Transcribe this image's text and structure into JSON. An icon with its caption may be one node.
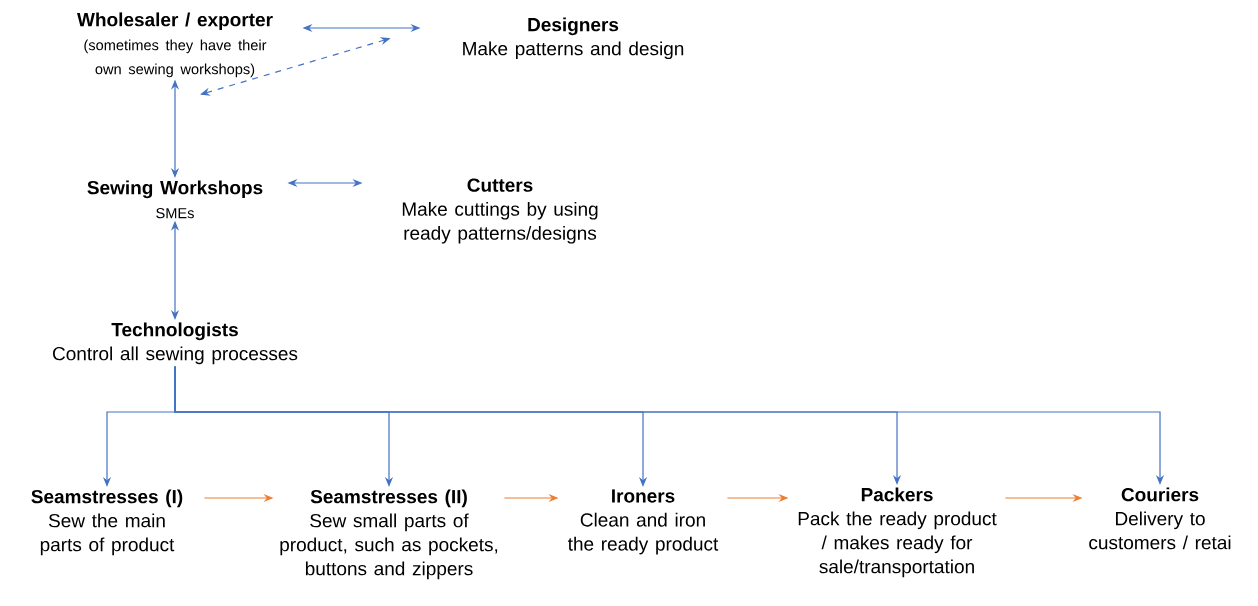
{
  "diagram": {
    "nodes": [
      {
        "text": [
          "Wholesaler / exporter",
          "(sometimes they have their own sewing workshops)"
        ]
      },
      {
        "text": [
          "Designers",
          "Make patterns and design"
        ]
      },
      {
        "text": [
          "Sewing Workshops",
          "SMEs"
        ]
      },
      {
        "text": [
          "Cutters",
          "Make cuttings by using ready patterns/designs"
        ]
      },
      {
        "text": [
          "Technologists",
          "Control all sewing processes"
        ]
      },
      {
        "text": [
          "Seamstresses (I)",
          "Sew the main parts of product"
        ]
      },
      {
        "text": [
          "Seamstresses (II)",
          "Sew small parts of product, such as pockets, buttons and zippers"
        ]
      },
      {
        "text": [
          "Ironers",
          "Clean and iron the ready product"
        ]
      },
      {
        "text": [
          "Packers",
          "Pack the ready product / makes ready for sale/transportation"
        ]
      },
      {
        "text": [
          "Couriers",
          "Delivery to customers / retai"
        ]
      }
    ],
    "edges": [
      {
        "from": 0,
        "to": 1,
        "arrow": "both"
      },
      {
        "from": 1,
        "to": 0,
        "arrow": "both",
        "style": "dashed"
      },
      {
        "from": 0,
        "to": 2,
        "arrow": "both"
      },
      {
        "from": 2,
        "to": 3,
        "arrow": "both"
      },
      {
        "from": 2,
        "to": 4,
        "arrow": "both"
      },
      {
        "from": 4,
        "to": 5,
        "arrow": "to"
      },
      {
        "from": 4,
        "to": 6,
        "arrow": "to"
      },
      {
        "from": 4,
        "to": 7,
        "arrow": "to"
      },
      {
        "from": 4,
        "to": 8,
        "arrow": "to"
      },
      {
        "from": 4,
        "to": 9,
        "arrow": "to"
      },
      {
        "from": 5,
        "to": 6,
        "arrow": "to",
        "color": "#ed7d31"
      },
      {
        "from": 6,
        "to": 7,
        "arrow": "to",
        "color": "#ed7d31"
      },
      {
        "from": 7,
        "to": 8,
        "arrow": "to",
        "color": "#ed7d31"
      },
      {
        "from": 8,
        "to": 9,
        "arrow": "to",
        "color": "#ed7d31"
      }
    ]
  }
}
